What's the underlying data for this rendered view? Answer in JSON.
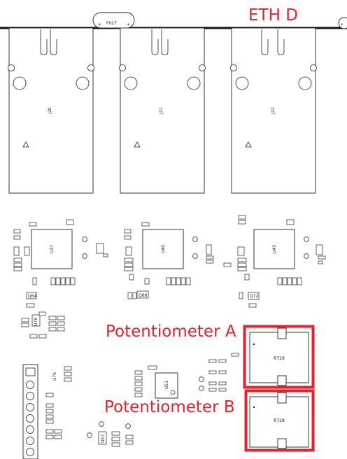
{
  "title_label": "ETH D",
  "connectors": [
    "J20",
    "J21",
    "J22"
  ],
  "fuse_label": "F027",
  "ics": [
    "U37",
    "U40",
    "U43"
  ],
  "small_ics": [
    "U51",
    "U57",
    "U76",
    "U78"
  ],
  "reg_labels": [
    "Q64",
    "Q68",
    "Q72"
  ],
  "potentiometers": [
    {
      "callout": "Potentiometer A",
      "ref": "R729"
    },
    {
      "callout": "Potentiometer B",
      "ref": "R728"
    }
  ],
  "highlight_color": "#e8212d"
}
